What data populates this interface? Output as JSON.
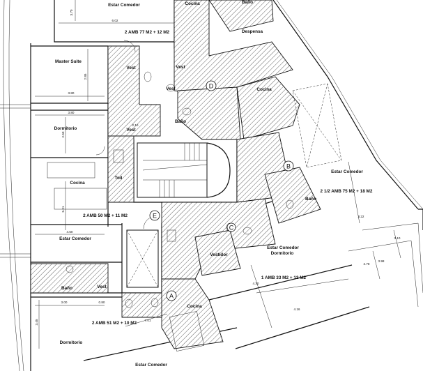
{
  "labels": {
    "estar_comedor_top": "Estar Comedor",
    "cocina_top": "Cocina",
    "bano_top": "Baño",
    "despensa": "Despensa",
    "unit_2amb77": "2 AMB 77 M2 + 12 M2",
    "master_suite": "Master Suite",
    "vest_1": "Vest",
    "vest_2": "Vest",
    "vest_3": "Vest",
    "vest_4": "Vest",
    "cocina_ne": "Cocina",
    "dormitorio_left": "Dormitorio",
    "bano_mid": "Baño",
    "estar_comedor_east": "Estar Comedor",
    "unit_2amb75": "2 1/2 AMB 75 M2 + 18 M2",
    "cocina_left": "Cocina",
    "toil": "Toil",
    "unit_2amb50": "2 AMB 50 M2 + 11 M2",
    "bano_east": "Baño",
    "estar_comedor_left": "Estar Comedor",
    "vestidor": "Vestidor",
    "estar_comedor_dormitorio_1": "Estar Comedor",
    "estar_comedor_dormitorio_2": "Dormitorio",
    "unit_1amb33": "1 AMB 33 M2 + 12 M2",
    "bano_sw": "Baño",
    "vest_sw": "Vest",
    "cocina_sw": "Cocina",
    "unit_2amb51": "2 AMB 51 M2 + 10 M2",
    "dormitorio_sw": "Dormitorio",
    "estar_comedor_bottom": "Estar Comedor"
  },
  "unit_letters": {
    "a": "A",
    "b": "B",
    "c": "C",
    "d": "D",
    "e": "E"
  },
  "dimensions": {
    "d_370": "3.70",
    "d_602": "6.02",
    "d_380a": "3.80",
    "d_380b": "3.80",
    "d_285": "2.85",
    "d_210": "2.10",
    "d_250": "2.50",
    "d_521": "5.21",
    "d_450": "4.50",
    "d_300": "3.00",
    "d_080": "0.80",
    "d_345": "3.45",
    "d_701": "7.01",
    "d_416": "4.16",
    "d_430": "4.30",
    "d_322": "3.22",
    "d_310": "3.10",
    "d_278": "2.78",
    "d_398": "3.98"
  },
  "colors": {
    "ink": "#111111",
    "background": "#ffffff"
  }
}
